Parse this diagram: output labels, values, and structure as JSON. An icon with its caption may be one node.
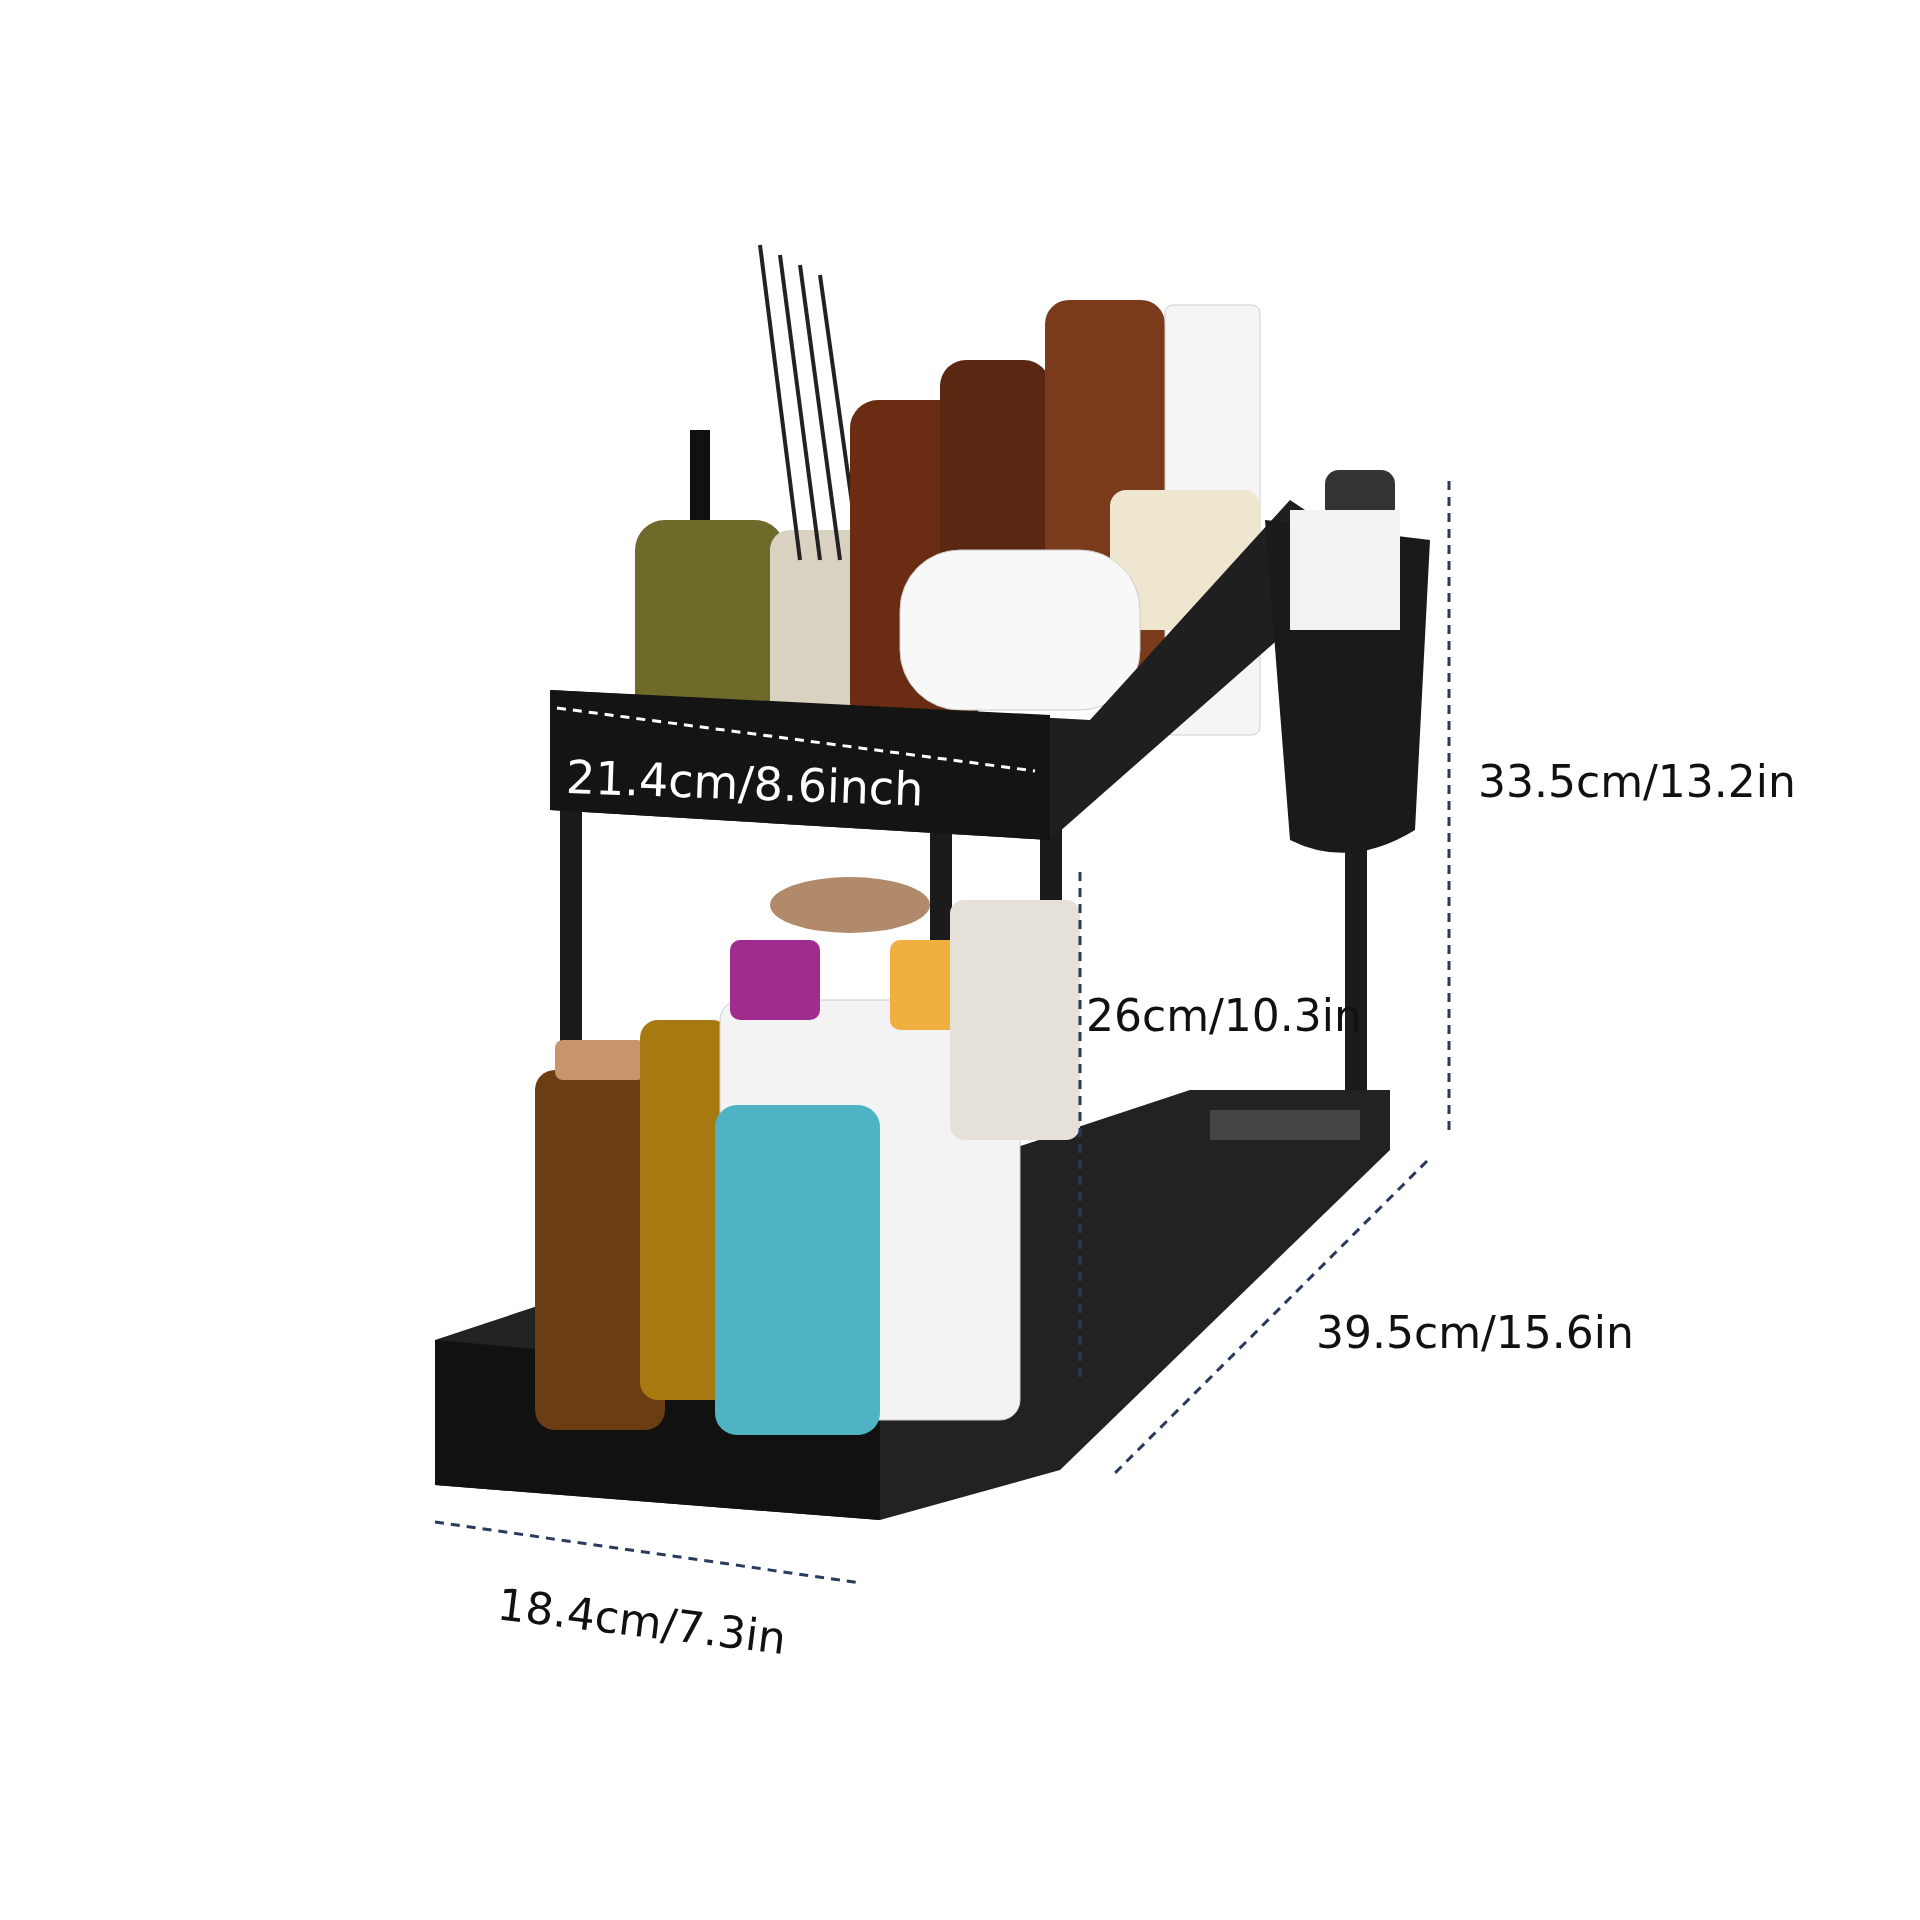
{
  "diagram": {
    "labels": [
      "21.4cm/8.6inch",
      "33.5cm/13.2in",
      "26cm/10.3in",
      "39.5cm/15.6in",
      "18.4cm/7.3in"
    ]
  }
}
